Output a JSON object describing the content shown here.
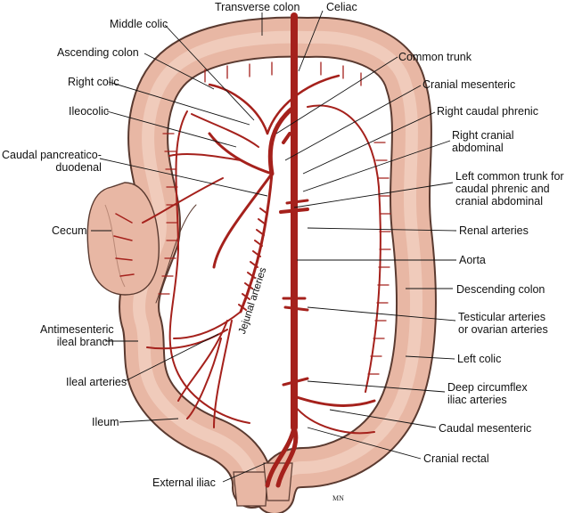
{
  "labels": {
    "transverse_colon": "Transverse colon",
    "celiac": "Celiac",
    "middle_colic": "Middle colic",
    "ascending_colon": "Ascending colon",
    "common_trunk": "Common trunk",
    "right_colic": "Right colic",
    "cranial_mesenteric": "Cranial mesenteric",
    "ileocolic": "Ileocolic",
    "right_caudal_phrenic": "Right caudal phrenic",
    "right_cranial_abdominal": "Right cranial\nabdominal",
    "caudal_pancreaticoduodenal": "Caudal pancreatico-\nduodenal",
    "left_common_trunk": "Left common trunk for\ncaudal phrenic and\ncranial abdominal",
    "cecum": "Cecum",
    "renal_arteries": "Renal arteries",
    "aorta": "Aorta",
    "descending_colon": "Descending colon",
    "antimesenteric_ileal_branch": "Antimesenteric\nileal branch",
    "testicular_arteries": "Testicular arteries\nor ovarian arteries",
    "jejunal_arteries": "Jejunal arteries",
    "left_colic": "Left colic",
    "ileal_arteries": "Ileal arteries",
    "deep_circumflex_iliac": "Deep circumflex\niliac arteries",
    "ileum": "Ileum",
    "caudal_mesenteric": "Caudal mesenteric",
    "cranial_rectal": "Cranial rectal",
    "external_iliac": "External iliac"
  },
  "signature": "MN",
  "colors": {
    "intestine_fill": "#e8b7a4",
    "intestine_outline": "#5a3a30",
    "artery": "#a5211c",
    "leader_line": "#111111"
  }
}
